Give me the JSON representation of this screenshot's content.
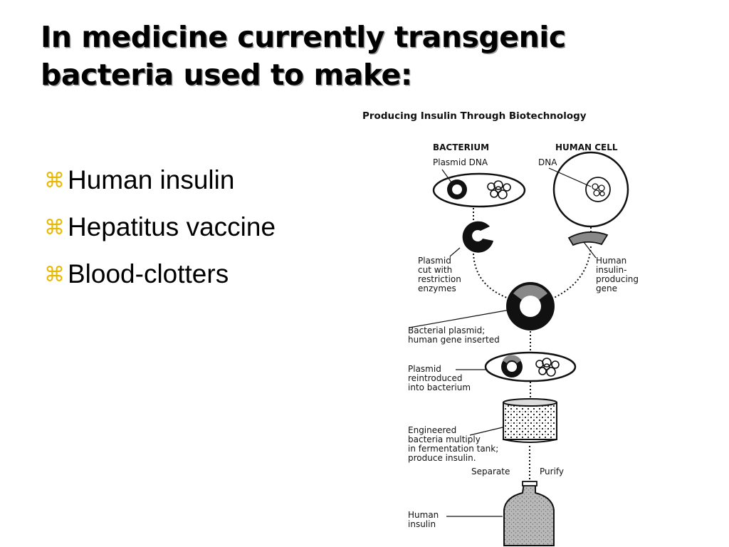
{
  "slide": {
    "title_line1": "In medicine currently transgenic",
    "title_line2": "bacteria used to make:"
  },
  "bullets": [
    {
      "icon": "command-bullet-icon",
      "text": "Human insulin"
    },
    {
      "icon": "command-bullet-icon",
      "text": "Hepatitus vaccine"
    },
    {
      "icon": "command-bullet-icon",
      "text": "Blood-clotters"
    }
  ],
  "diagram": {
    "title": "Producing Insulin Through Biotechnology",
    "bacterium_header": "BACTERIUM",
    "human_cell_header": "HUMAN CELL",
    "plasmid_dna_label": "Plasmid DNA",
    "dna_label": "DNA",
    "plasmid_cut_label": [
      "Plasmid",
      "cut with",
      "restriction",
      "enzymes"
    ],
    "human_gene_label": [
      "Human",
      "insulin-",
      "producing",
      "gene"
    ],
    "bacterial_plasmid_label": [
      "Bacterial plasmid;",
      "human gene inserted"
    ],
    "reintroduced_label": [
      "Plasmid",
      "reintroduced",
      "into bacterium"
    ],
    "engineered_label": [
      "Engineered",
      "bacteria multiply",
      "in fermentation tank;",
      "produce insulin."
    ],
    "separate_label": "Separate",
    "purify_label": "Purify",
    "human_insulin_label": [
      "Human",
      "insulin"
    ]
  },
  "colors": {
    "bullet": "#e8b800",
    "ink": "#111111",
    "gene_gray": "#888888"
  }
}
